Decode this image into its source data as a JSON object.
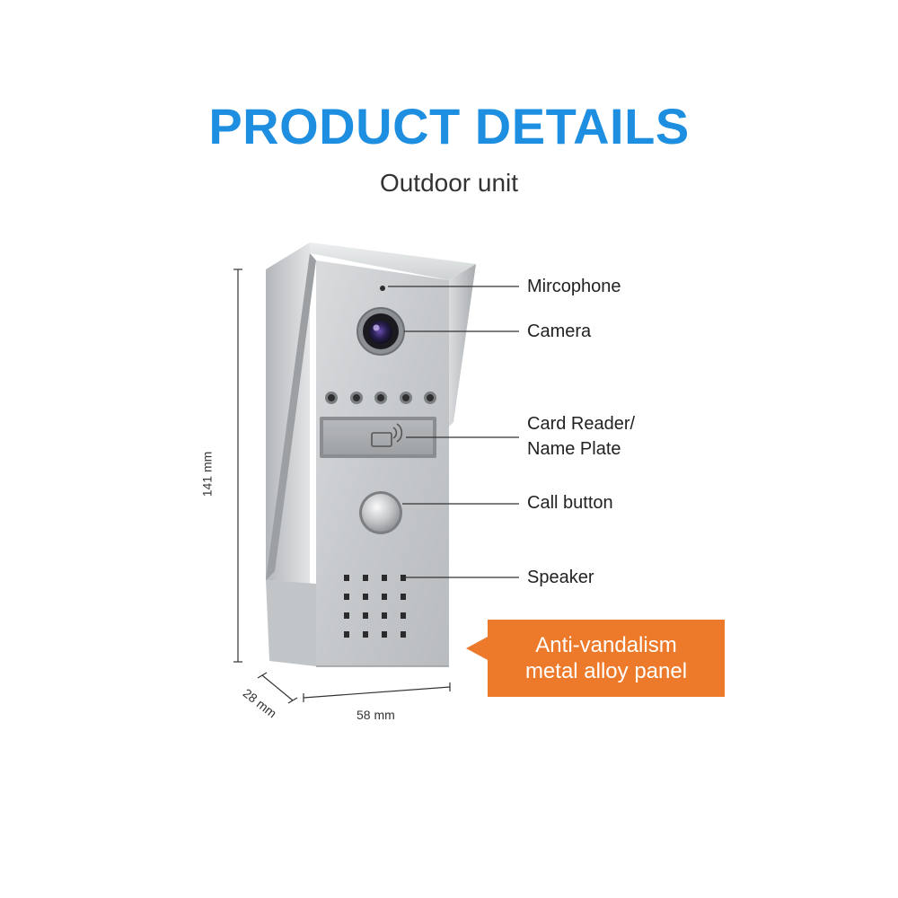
{
  "header": {
    "title": "PRODUCT DETAILS",
    "subtitle": "Outdoor unit"
  },
  "device": {
    "labels": {
      "microphone": "Mircophone",
      "camera": "Camera",
      "card_reader_line1": "Card Reader/",
      "card_reader_line2": "Name Plate",
      "call_button": "Call button",
      "speaker": "Speaker"
    },
    "dimensions": {
      "height": "141 mm",
      "depth": "28 mm",
      "width": "58 mm"
    }
  },
  "callout": {
    "line1": "Anti-vandalism",
    "line2": "metal alloy panel"
  },
  "colors": {
    "title": "#1e8fe0",
    "callout": "#ec7a2a",
    "panel": "#c9cccf"
  }
}
